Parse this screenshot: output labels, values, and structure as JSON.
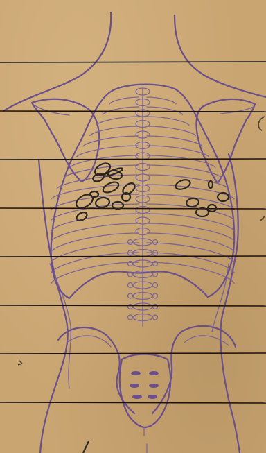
{
  "document": {
    "kind": "anatomical back diagram with recorded lesion marks",
    "paper_color": "#c9a572",
    "ink_color": "#6a4f8a",
    "rule_color": "#1a1410",
    "mark_color": "#2b2620",
    "ruled_line_count": 8,
    "left_mark_count": 12,
    "right_mark_count": 6
  }
}
